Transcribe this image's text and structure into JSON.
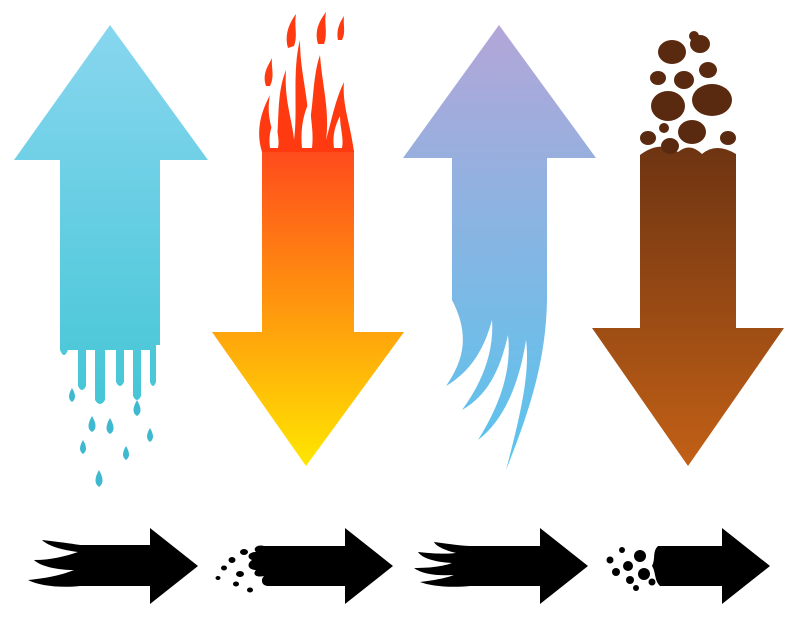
{
  "illustration": {
    "big_arrows": [
      {
        "element": "water",
        "direction": "up",
        "colors": [
          "#88d6ef",
          "#45c6d6"
        ],
        "drop_color": "#3fb9cf"
      },
      {
        "element": "fire",
        "direction": "down",
        "colors": [
          "#ff4a1c",
          "#ffe600"
        ],
        "flame_color": "#ff3a10"
      },
      {
        "element": "air",
        "direction": "up",
        "colors": [
          "#b3a6d8",
          "#57c5ee"
        ],
        "wisp_color": "#61c3ee"
      },
      {
        "element": "earth",
        "direction": "down",
        "colors": [
          "#6e3412",
          "#c26016"
        ],
        "rock_color": "#5a2a10"
      }
    ],
    "small_arrows": [
      {
        "element": "air",
        "direction": "right",
        "color": "#000000"
      },
      {
        "element": "water",
        "direction": "right",
        "color": "#000000"
      },
      {
        "element": "fire",
        "direction": "right",
        "color": "#000000"
      },
      {
        "element": "earth",
        "direction": "right",
        "color": "#000000"
      }
    ]
  }
}
